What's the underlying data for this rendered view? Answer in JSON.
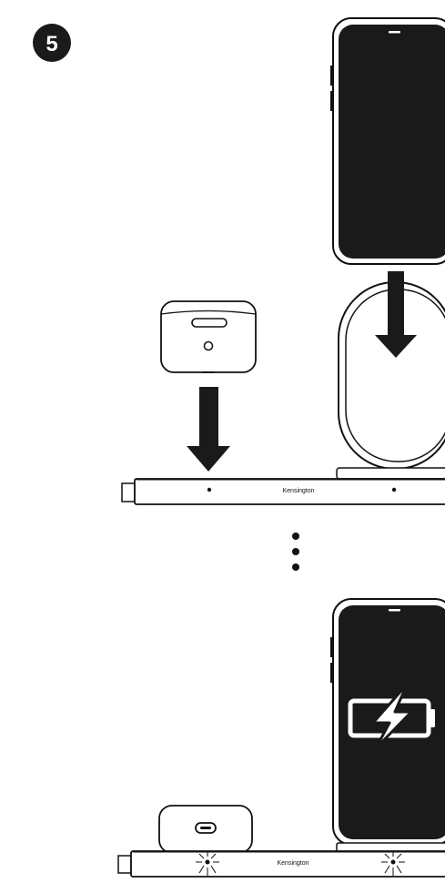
{
  "step": {
    "number": "5"
  },
  "dock_top": {
    "brand": "Kensington"
  },
  "dock_bottom": {
    "brand": "Kensington"
  },
  "icons": {
    "step_badge": "step-number-badge",
    "arrow": "down-arrow-icon",
    "battery": "battery-charging-icon",
    "ellipsis": "vertical-ellipsis-icon",
    "led": "led-glow-icon"
  }
}
